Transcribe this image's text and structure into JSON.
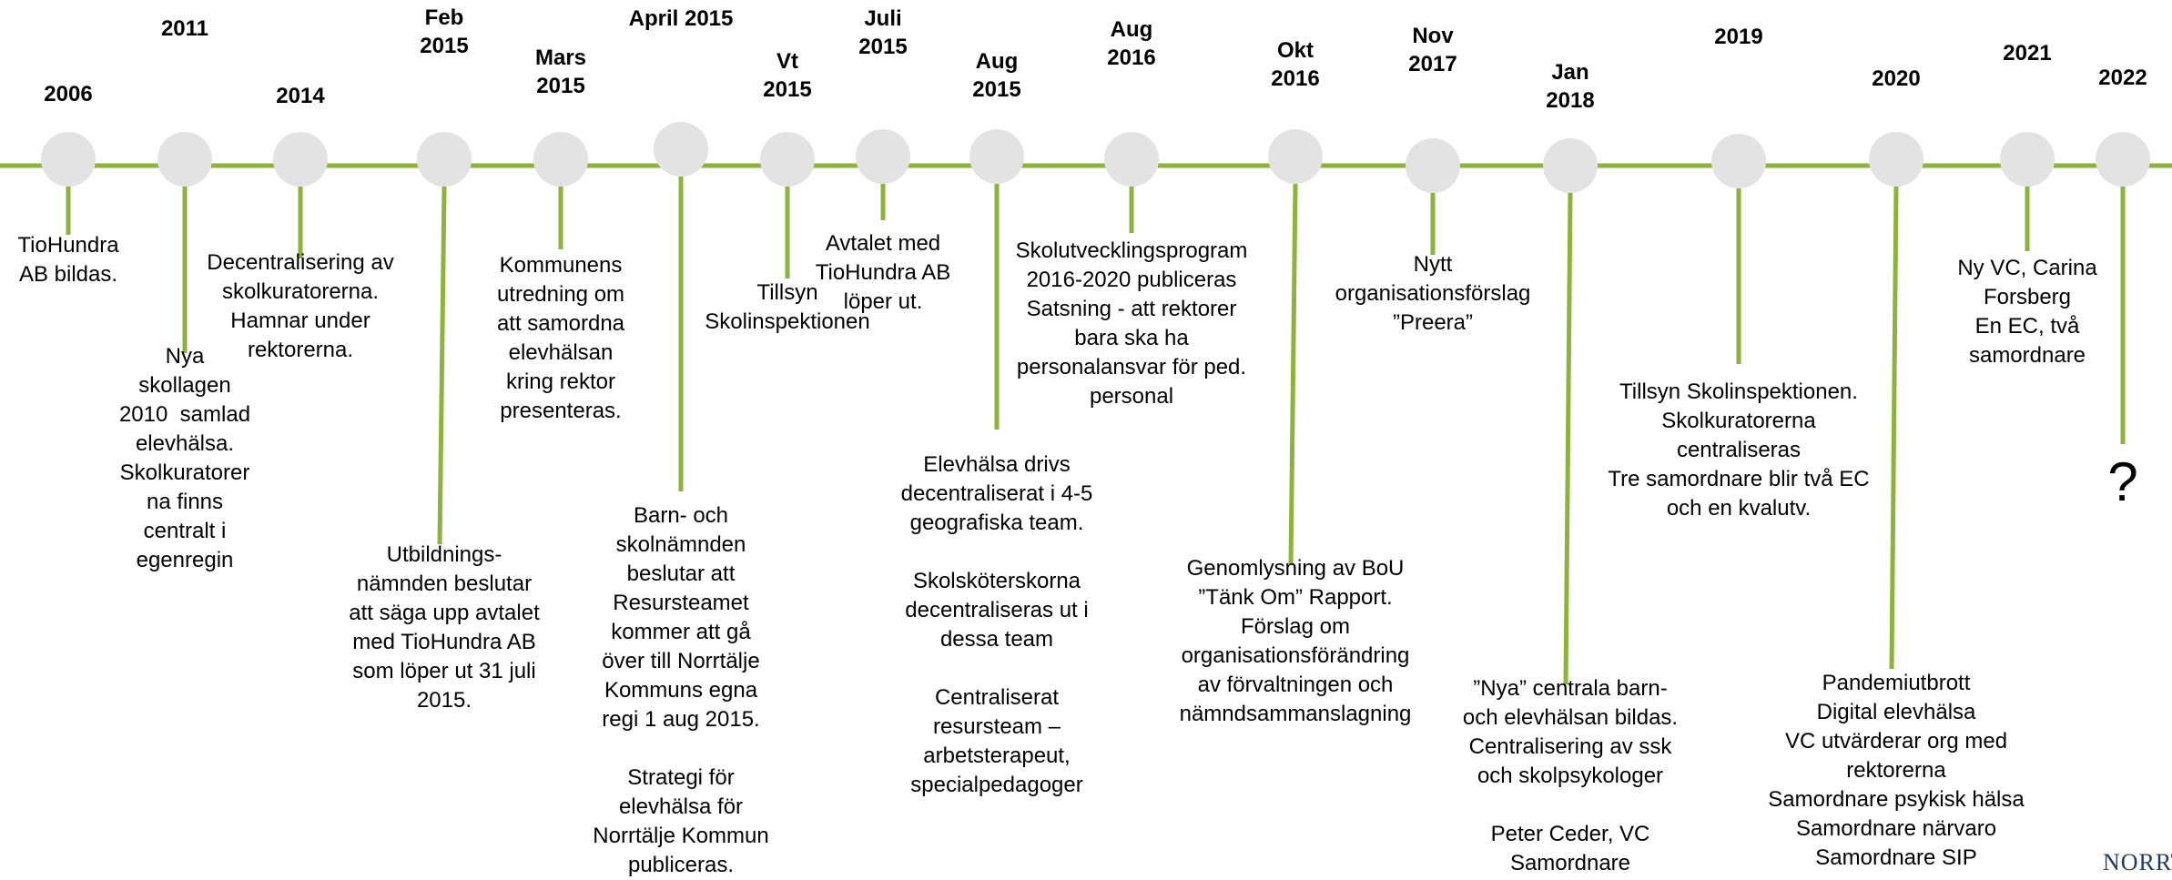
{
  "timeline": {
    "line_color": "#8db33a",
    "marker_color": "#e3e3e3",
    "events": [
      {
        "date": "2006",
        "text": "TioHundra\nAB bildas."
      },
      {
        "date": "2011",
        "text": "Nya\nskollagen\n2010  samlad\nelevhälsa.\nSkolkuratorer\nna finns\ncentralt i\negenregin"
      },
      {
        "date": "2014",
        "text": "Decentralisering av\nskolkuratorerna.\nHamnar under\nrektorerna."
      },
      {
        "date": "Feb\n2015",
        "text": "Utbildnings-\nnämnden beslutar\natt säga upp avtalet\nmed TioHundra AB\nsom löper ut 31 juli\n2015."
      },
      {
        "date": "Mars\n2015",
        "text": "Kommunens\nutredning om\natt samordna\nelevhälsan\nkring rektor\npresenteras."
      },
      {
        "date": "April 2015",
        "text": "Barn- och\nskolnämnden\nbeslutar att\nResursteamet\nkommer att gå\növer till Norrtälje\nKommuns egna\nregi 1 aug 2015.\n\nStrategi för\nelevhälsa för\nNorrtälje Kommun\npubliceras."
      },
      {
        "date": "Vt\n2015",
        "text": "Tillsyn\nSkolinspektionen"
      },
      {
        "date": "Juli\n2015",
        "text": "Avtalet med\nTioHundra AB\nlöper ut."
      },
      {
        "date": "Aug\n2015",
        "text": "Elevhälsa drivs\ndecentraliserat i 4-5\ngeografiska team.\n\nSkolsköterskorna\ndecentraliseras ut i\ndessa team\n\nCentraliserat\nresursteam –\narbetsterapeut,\nspecialpedagoger"
      },
      {
        "date": "Aug\n2016",
        "text": "Skolutvecklingsprogram\n2016-2020 publiceras\nSatsning - att rektorer\nbara ska ha\npersonalansvar för ped.\npersonal"
      },
      {
        "date": "Okt\n2016",
        "text": "Genomlysning av BoU\n”Tänk Om” Rapport.\nFörslag om\norganisationsförändring\nav förvaltningen och\nnämndsammanslagning"
      },
      {
        "date": "Nov\n2017",
        "text": "Nytt\norganisationsförslag\n”Preera”"
      },
      {
        "date": "Jan\n2018",
        "text": "”Nya” centrala barn-\noch elevhälsan bildas.\nCentralisering av ssk\noch skolpsykologer\n\nPeter Ceder, VC\nSamordnare"
      },
      {
        "date": "2019",
        "text": "Tillsyn Skolinspektionen.\nSkolkuratorerna\ncentraliseras\nTre samordnare blir två EC\noch en kvalutv."
      },
      {
        "date": "2020",
        "text": "Pandemiutbrott\nDigital elevhälsa\nVC utvärderar org med\nrektorerna\nSamordnare psykisk hälsa\nSamordnare närvaro\nSamordnare SIP"
      },
      {
        "date": "2021",
        "text": "Ny VC, Carina\nForsberg\nEn EC, två\nsamordnare"
      },
      {
        "date": "2022",
        "text": "?"
      }
    ]
  },
  "logo": {
    "text": "NORRTÄLJ"
  }
}
